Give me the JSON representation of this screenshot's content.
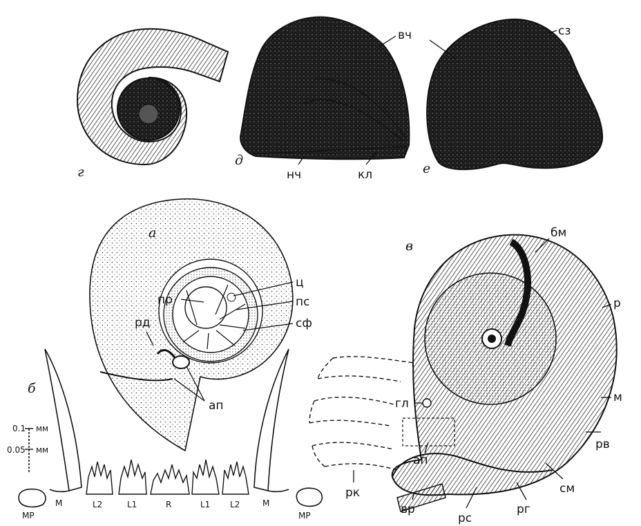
{
  "panels": {
    "g": {
      "letter": "г"
    },
    "d": {
      "letter": "д",
      "labels": {
        "vch": "вч",
        "nch": "нч",
        "kl": "кл"
      }
    },
    "e": {
      "letter": "е",
      "labels": {
        "sz": "сз"
      }
    },
    "a": {
      "letter": "а",
      "labels": {
        "ts": "ц",
        "pr": "пр",
        "ps": "пс",
        "sf": "сф",
        "rd": "рд",
        "ap": "ап"
      }
    },
    "b": {
      "letter": "б",
      "scale": {
        "top": "0.1",
        "bottom": "0.05",
        "unit": "мм"
      },
      "teeth": [
        "МР",
        "М",
        "L2",
        "L1",
        "R",
        "L1",
        "L2",
        "М",
        "МР"
      ]
    },
    "v": {
      "letter": "в",
      "labels": {
        "bm": "бм",
        "r": "р",
        "m": "м",
        "gl": "гл",
        "ap": "ап",
        "rv": "рв",
        "sm": "см",
        "rg": "рг",
        "rs": "рс",
        "vr": "вр",
        "rk": "рк"
      }
    }
  },
  "colors": {
    "ink": "#111111",
    "paper": "#ffffff"
  }
}
